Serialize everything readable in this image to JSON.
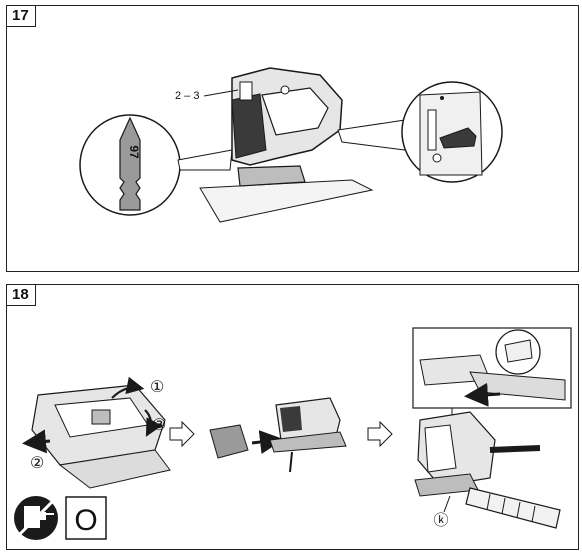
{
  "figures": [
    {
      "number": "17",
      "callout_label": "2 – 3",
      "blade_code": "97"
    },
    {
      "number": "18",
      "step_1": "①",
      "step_2": "②",
      "step_3": "③",
      "part_label": "ⓚ",
      "switch_symbol": "O"
    }
  ],
  "colors": {
    "line": "#1a1a1a",
    "dark_fill": "#3a3a3a",
    "gray_fill": "#bdbdbd",
    "light_fill": "#e6e6e6"
  },
  "icons": [
    "jigsaw-icon",
    "blade-closeup-icon",
    "lever-closeup-icon",
    "unplug-icon",
    "dust-hose-icon",
    "arrow-icon"
  ]
}
